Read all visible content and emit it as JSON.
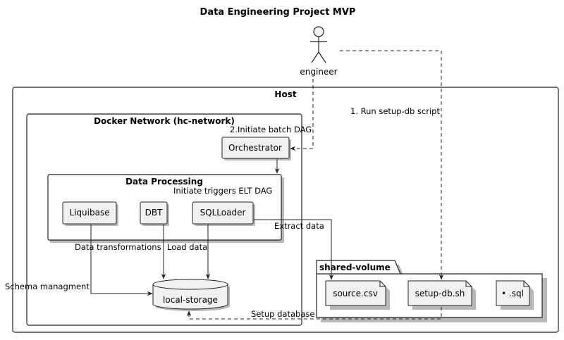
{
  "title": "Data Engineering Project MVP",
  "actor": {
    "label": "engineer"
  },
  "containers": {
    "host": "Host",
    "docker_network": "Docker Network (hc-network)",
    "data_processing": "Data Processing",
    "shared_volume": "shared-volume"
  },
  "nodes": {
    "orchestrator": "Orchestrator",
    "liquibase": "Liquibase",
    "dbt": "DBT",
    "sqlloader": "SQLLoader",
    "local_storage": "local-storage",
    "source_csv": "source.csv",
    "setup_db": "setup-db.sh",
    "sql_files": "• .sql"
  },
  "edges": {
    "run_setup": "1. Run setup-db script",
    "initiate_batch": "2.Initiate batch DAG",
    "initiate_triggers": "Initiate triggers ELT DAG",
    "extract_data": "Extract data",
    "data_transformations": "Data transformations",
    "load_data": "Load data",
    "schema_management": "Schema managment",
    "setup_database": "Setup database"
  }
}
